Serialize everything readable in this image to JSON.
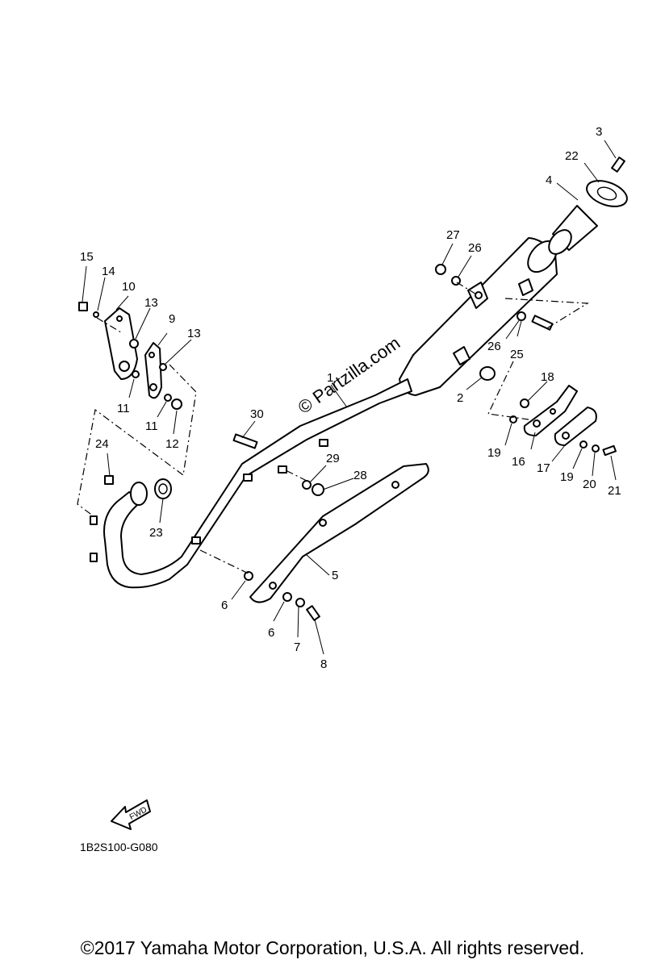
{
  "diagram": {
    "watermark": "© Partzilla.com",
    "fwd_label": "FWD",
    "ref_code": "1B2S100-G080",
    "copyright": "©2017 Yamaha Motor Corporation, U.S.A. All rights reserved.",
    "callouts": [
      "1",
      "2",
      "3",
      "4",
      "5",
      "6",
      "6",
      "7",
      "8",
      "9",
      "10",
      "11",
      "11",
      "12",
      "13",
      "13",
      "14",
      "15",
      "16",
      "17",
      "18",
      "19",
      "19",
      "20",
      "21",
      "22",
      "23",
      "24",
      "25",
      "26",
      "26",
      "27",
      "28",
      "29",
      "30"
    ]
  }
}
